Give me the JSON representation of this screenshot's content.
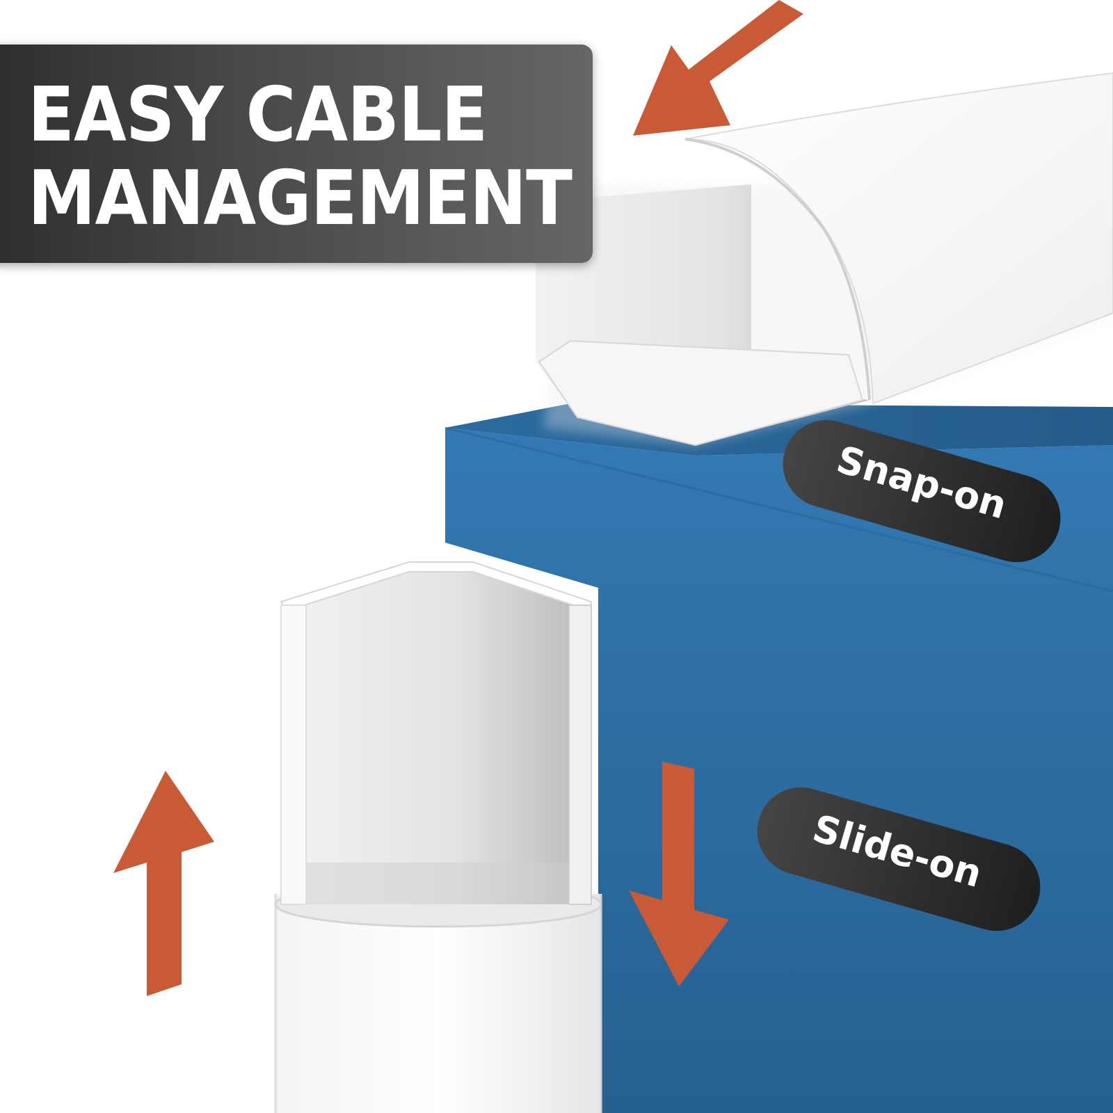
{
  "title": {
    "line1": "EASY CABLE",
    "line2": "MANAGEMENT"
  },
  "labels": {
    "snap_on": "Snap-on",
    "slide_on": "Slide-on"
  },
  "colors": {
    "furniture_blue": "#2f72aa",
    "arrow_orange": "#c85a35",
    "banner_dark": "#3a3a3a",
    "label_dark": "#262626",
    "channel_white": "#f5f5f5"
  },
  "icons": [
    "arrow-down-left-icon",
    "arrow-up-icon",
    "arrow-down-icon"
  ]
}
